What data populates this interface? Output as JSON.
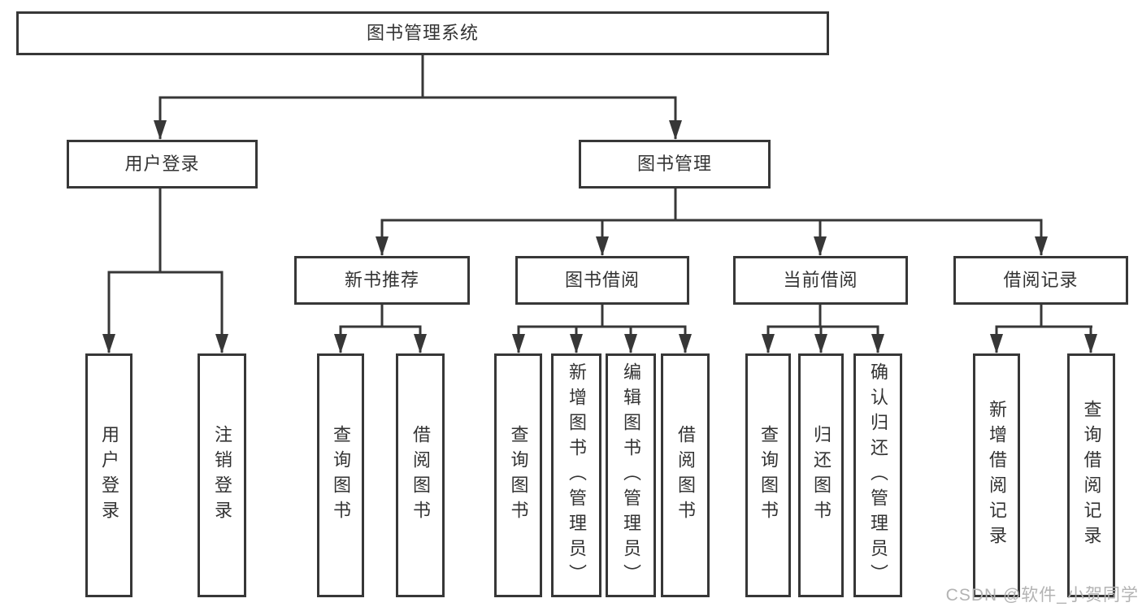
{
  "colors": {
    "line": "#373737",
    "text": "#333333",
    "watermark": "#b3b3b3",
    "background": "#ffffff"
  },
  "watermark": {
    "text": "CSDN @软件_小贺同学"
  },
  "tree": {
    "root": {
      "label": "图书管理系统"
    },
    "children": [
      {
        "label": "用户登录",
        "children": [
          {
            "label": "用户登录"
          },
          {
            "label": "注销登录"
          }
        ]
      },
      {
        "label": "图书管理",
        "children": [
          {
            "label": "新书推荐",
            "children": [
              {
                "label": "查询图书"
              },
              {
                "label": "借阅图书"
              }
            ]
          },
          {
            "label": "图书借阅",
            "children": [
              {
                "label": "查询图书"
              },
              {
                "label": "新增图书（管理员）"
              },
              {
                "label": "编辑图书（管理员）"
              },
              {
                "label": "借阅图书"
              }
            ]
          },
          {
            "label": "当前借阅",
            "children": [
              {
                "label": "查询图书"
              },
              {
                "label": "归还图书"
              },
              {
                "label": "确认归还（管理员）"
              }
            ]
          },
          {
            "label": "借阅记录",
            "children": [
              {
                "label": "新增借阅记录"
              },
              {
                "label": "查询借阅记录"
              }
            ]
          }
        ]
      }
    ]
  }
}
